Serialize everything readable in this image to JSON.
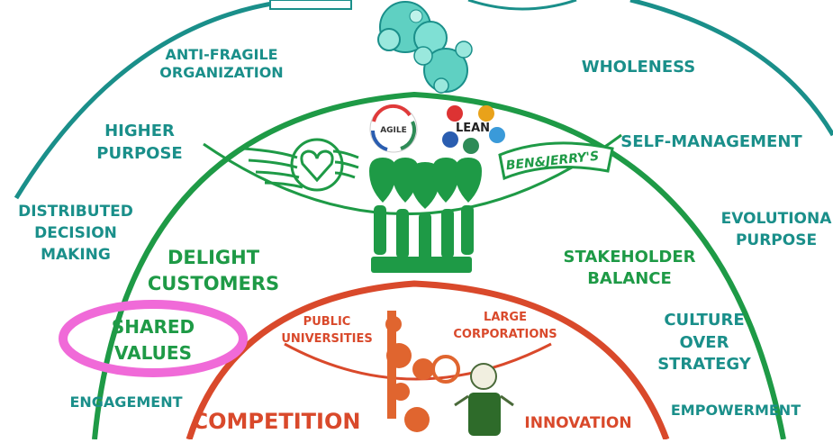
{
  "outer_ring": {
    "labels": {
      "anti_fragile_1": "ANTI-FRAGILE",
      "anti_fragile_2": "ORGANIZATION",
      "wholeness": "WHOLENESS",
      "higher_purpose_1": "HIGHER",
      "higher_purpose_2": "PURPOSE",
      "self_management": "SELF-MANAGEMENT",
      "distributed_1": "DISTRIBUTED",
      "distributed_2": "DECISION",
      "distributed_3": "MAKING",
      "evolutionary_1": "EVOLUTIONA",
      "evolutionary_2": "PURPOSE",
      "culture_1": "CULTURE",
      "culture_2": "OVER",
      "culture_3": "STRATEGY",
      "engagement": "ENGAGEMENT",
      "empowerment": "EMPOWERMENT"
    },
    "color": "#1a8f8a"
  },
  "green_ring": {
    "labels": {
      "delight_1": "DELIGHT",
      "delight_2": "CUSTOMERS",
      "stakeholder_1": "STAKEHOLDER",
      "stakeholder_2": "BALANCE",
      "shared_1": "SHARED",
      "shared_2": "VALUES"
    },
    "logos": {
      "agile": "AGILE",
      "lean": "LEAN",
      "ben_jerrys": "BEN&JERRY'S"
    },
    "color": "#1e9a46"
  },
  "red_ring": {
    "labels": {
      "public_1": "PUBLIC",
      "public_2": "UNIVERSITIES",
      "large_1": "LARGE",
      "large_2": "CORPORATIONS",
      "competition": "COMPETITION",
      "innovation": "INNOVATION"
    },
    "color": "#d9492b"
  },
  "highlight": {
    "color": "#f06ad8",
    "target": "SHARED VALUES"
  }
}
